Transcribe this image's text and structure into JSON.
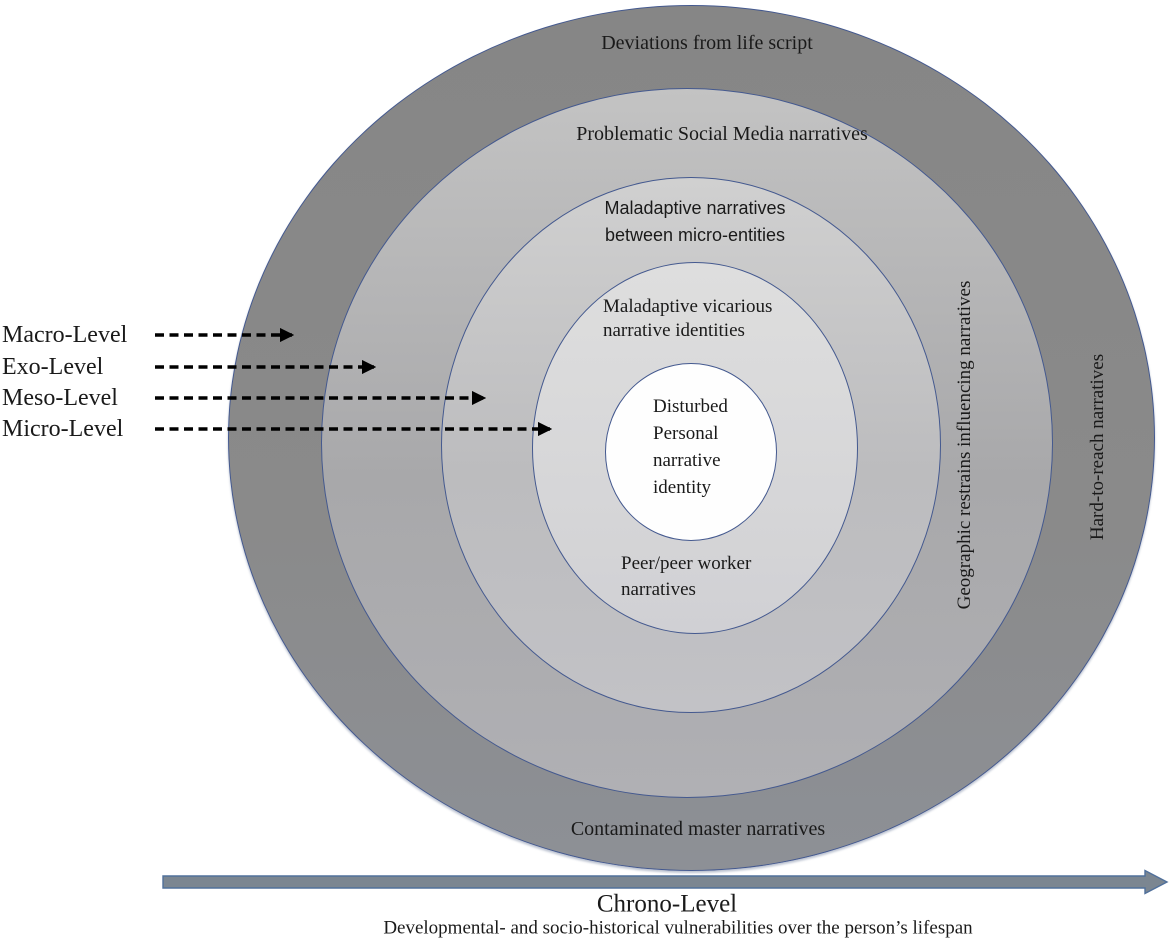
{
  "figure": {
    "rings": {
      "macro": {
        "fill": "#8a8a8a",
        "top_label": "Deviations from life script",
        "bottom_label": "Contaminated master narratives",
        "side_label": "Hard-to-reach narratives"
      },
      "exo": {
        "fill": "#a9a9a9",
        "top_label": "Problematic Social Media narratives",
        "side_label": "Geographic restrains influencing narratives"
      },
      "meso": {
        "fill": "#bfbfbf",
        "label": "Maladaptive narratives\nbetween micro-entities"
      },
      "micro": {
        "fill": "#d6d6d6",
        "top_label": "Maladaptive vicarious\nnarrative identities",
        "bottom_label": "Peer/peer worker\nnarratives"
      },
      "core": {
        "fill": "#ffffff",
        "label": "Disturbed\nPersonal\nnarrative\nidentity"
      }
    },
    "level_labels": [
      {
        "label": "Macro-Level"
      },
      {
        "label": "Exo-Level"
      },
      {
        "label": "Meso-Level"
      },
      {
        "label": "Micro-Level"
      }
    ],
    "chrono_axis": {
      "label": "Chrono-Level",
      "caption": "Developmental- and socio-historical vulnerabilities over the person’s lifespan"
    },
    "colors": {
      "ellipse_border": "#44598f",
      "level_arrow": "#000000",
      "chrono_arrow_fill": "#7b8691",
      "chrono_arrow_border": "#50709b"
    }
  }
}
